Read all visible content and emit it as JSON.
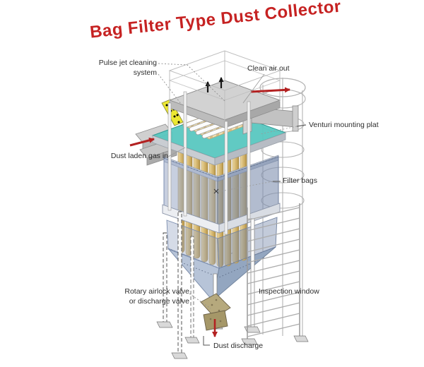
{
  "title": "Bag Filter Type Dust Collector",
  "colors": {
    "title_red": "#c62222",
    "label_text": "#2e2e2e",
    "arrow_red": "#b32121",
    "venturi_plate_teal": "#58c7c0",
    "filter_bag_tan": "#d4b468",
    "bag_top_cream": "#eedfb2",
    "housing_blue_gray": "#94a3c1",
    "hopper_blue_gray": "#b7c4d8",
    "pulse_header_yellow": "#ece832",
    "valve_khaki": "#b6a97d",
    "frame_gray": "#b0b0b0",
    "roof_gray": "#d2d2d2"
  },
  "labels": {
    "pulse_jet_line1": "Pulse jet cleaning",
    "pulse_jet_line2": "system",
    "clean_air_out": "Clean air out",
    "venturi_plate": "Venturi mounting plat",
    "dust_laden_gas": "Dust laden gas in",
    "filter_bags": "Filter bags",
    "rotary_valve_line1": "Rotary airlock valve",
    "rotary_valve_line2": "or discharge valve",
    "inspection_window": "Inspection window",
    "dust_discharge": "Dust discharge"
  }
}
